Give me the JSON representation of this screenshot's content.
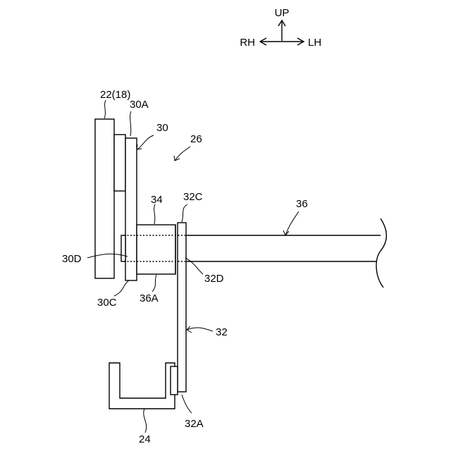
{
  "figure": {
    "compass": {
      "up": "UP",
      "left": "RH",
      "right": "LH"
    },
    "labels": {
      "roof_side_rail": "22(18)",
      "bracket_flange_a": "30A",
      "bracket": "30",
      "assembly": "26",
      "collar": "34",
      "flange_c": "32C",
      "pipe": "36",
      "flange_d_left": "30D",
      "flange_d_right": "32D",
      "flange_c_left": "30C",
      "collar_part": "36A",
      "hanger": "32",
      "hanger_end": "32A",
      "hook": "24"
    }
  }
}
